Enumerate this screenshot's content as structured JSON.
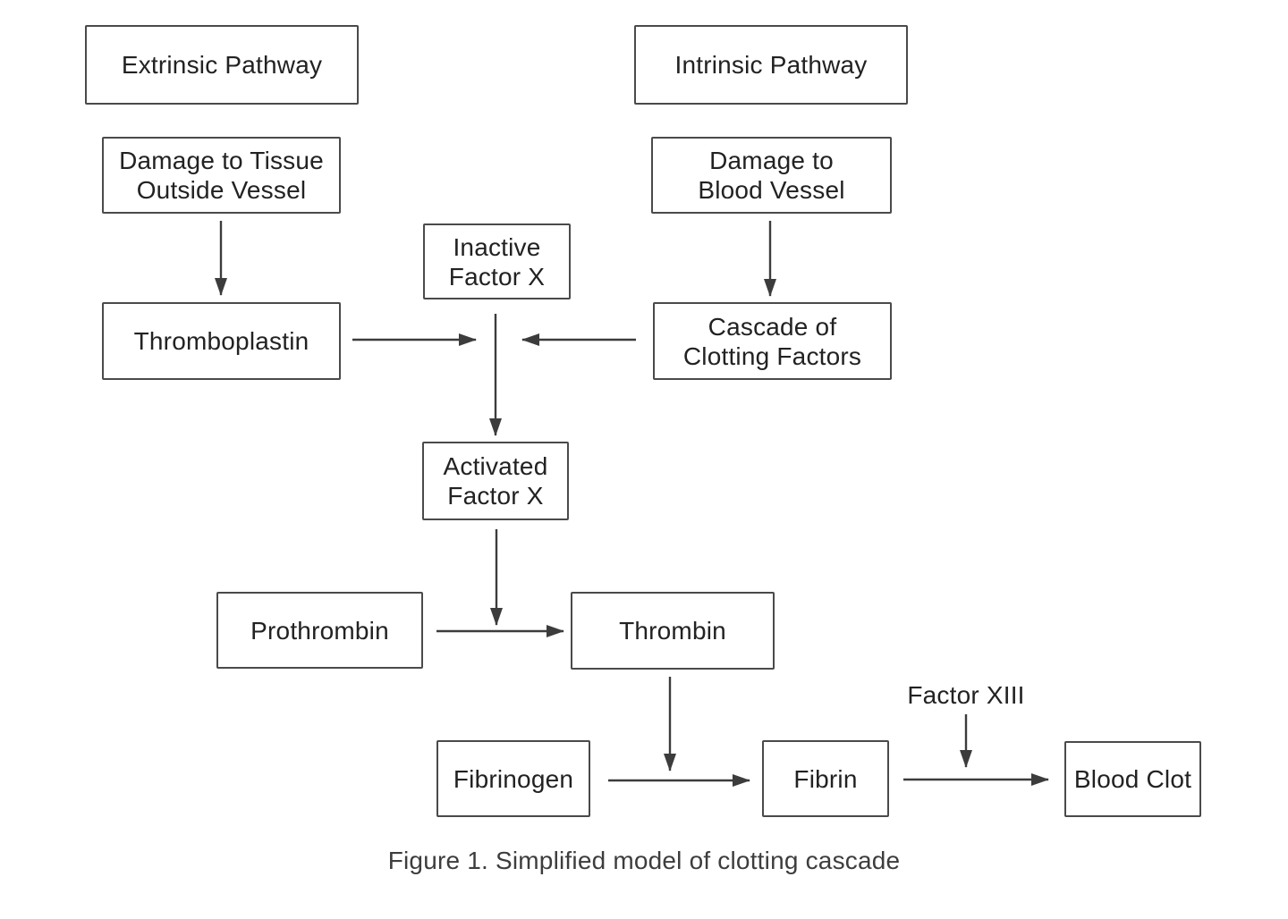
{
  "figure": {
    "caption": "Figure 1. Simplified model of clotting cascade"
  },
  "nodes": {
    "extrinsic_pathway": {
      "lines": [
        "Extrinsic Pathway"
      ]
    },
    "intrinsic_pathway": {
      "lines": [
        "Intrinsic Pathway"
      ]
    },
    "damage_tissue": {
      "lines": [
        "Damage to Tissue",
        "Outside Vessel"
      ]
    },
    "damage_vessel": {
      "lines": [
        "Damage to",
        "Blood Vessel"
      ]
    },
    "inactive_factor_x": {
      "lines": [
        "Inactive",
        "Factor X"
      ]
    },
    "thromboplastin": {
      "lines": [
        "Thromboplastin"
      ]
    },
    "cascade_of_clotting_factors": {
      "lines": [
        "Cascade of",
        "Clotting Factors"
      ]
    },
    "activated_factor_x": {
      "lines": [
        "Activated",
        "Factor X"
      ]
    },
    "prothrombin": {
      "lines": [
        "Prothrombin"
      ]
    },
    "thrombin": {
      "lines": [
        "Thrombin"
      ]
    },
    "fibrinogen": {
      "lines": [
        "Fibrinogen"
      ]
    },
    "fibrin": {
      "lines": [
        "Fibrin"
      ]
    },
    "blood_clot": {
      "lines": [
        "Blood Clot"
      ]
    },
    "factor_xiii": {
      "lines": [
        "Factor XIII"
      ]
    }
  },
  "colors": {
    "background": "#ffffff",
    "box_border": "#4a4a4a",
    "arrow": "#3c3c3c",
    "text": "#222222",
    "caption_text": "#3d3d3d"
  }
}
